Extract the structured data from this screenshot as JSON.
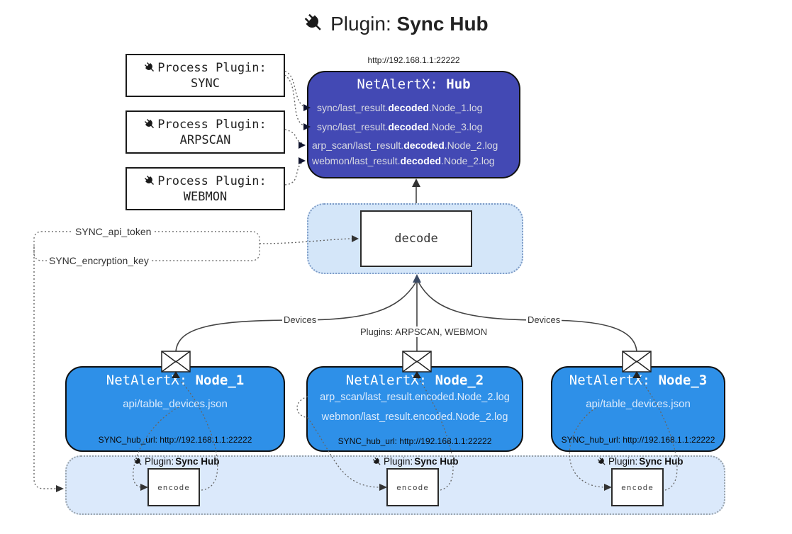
{
  "title": {
    "prefix": "Plugin: ",
    "bold": "Sync Hub"
  },
  "colors": {
    "hub_bg": "#4349b4",
    "node_bg": "#2e90e8",
    "panel_bg": "#d4e6f9",
    "strip_bg": "#dbe9fb",
    "line": "#444444",
    "hub_text": "#d9dae2",
    "bold_text": "#ffffff"
  },
  "process_plugins": [
    {
      "label": "Process Plugin:",
      "name": "SYNC"
    },
    {
      "label": "Process Plugin:",
      "name": "ARPSCAN"
    },
    {
      "label": "Process Plugin:",
      "name": "WEBMON"
    }
  ],
  "hub": {
    "url": "http://192.168.1.1:22222",
    "title_prefix": "NetAlertX: ",
    "title_bold": "Hub",
    "entries": [
      {
        "prefix": "sync/last_result.",
        "bold": "decoded",
        "suffix": ".Node_1.log"
      },
      {
        "prefix": "sync/last_result.",
        "bold": "decoded",
        "suffix": ".Node_3.log"
      },
      {
        "prefix": "arp_scan/last_result.",
        "bold": "decoded",
        "suffix": ".Node_2.log"
      },
      {
        "prefix": "webmon/last_result.",
        "bold": "decoded",
        "suffix": ".Node_2.log"
      }
    ]
  },
  "decode": {
    "label": "decode"
  },
  "secrets": {
    "api_token": "SYNC_api_token",
    "encryption_key": "SYNC_encryption_key"
  },
  "edges": {
    "devices_left": "Devices",
    "plugins_mid": "Plugins: ARPSCAN, WEBMON",
    "devices_right": "Devices"
  },
  "nodes": [
    {
      "title_prefix": "NetAlertX: ",
      "title_bold": "Node_1",
      "files": [
        "api/table_devices.json"
      ],
      "hub_url": "SYNC_hub_url: http://192.168.1.1:22222"
    },
    {
      "title_prefix": "NetAlertX: ",
      "title_bold": "Node_2",
      "files": [
        "arp_scan/last_result.encoded.Node_2.log",
        "webmon/last_result.encoded.Node_2.log"
      ],
      "hub_url": "SYNC_hub_url: http://192.168.1.1:22222"
    },
    {
      "title_prefix": "NetAlertX: ",
      "title_bold": "Node_3",
      "files": [
        "api/table_devices.json"
      ],
      "hub_url": "SYNC_hub_url: http://192.168.1.1:22222"
    }
  ],
  "encoders": [
    {
      "label_prefix": "Plugin: ",
      "label_bold": "Sync Hub",
      "box_label": "encode"
    },
    {
      "label_prefix": "Plugin: ",
      "label_bold": "Sync Hub",
      "box_label": "encode"
    },
    {
      "label_prefix": "Plugin: ",
      "label_bold": "Sync Hub",
      "box_label": "encode"
    }
  ]
}
